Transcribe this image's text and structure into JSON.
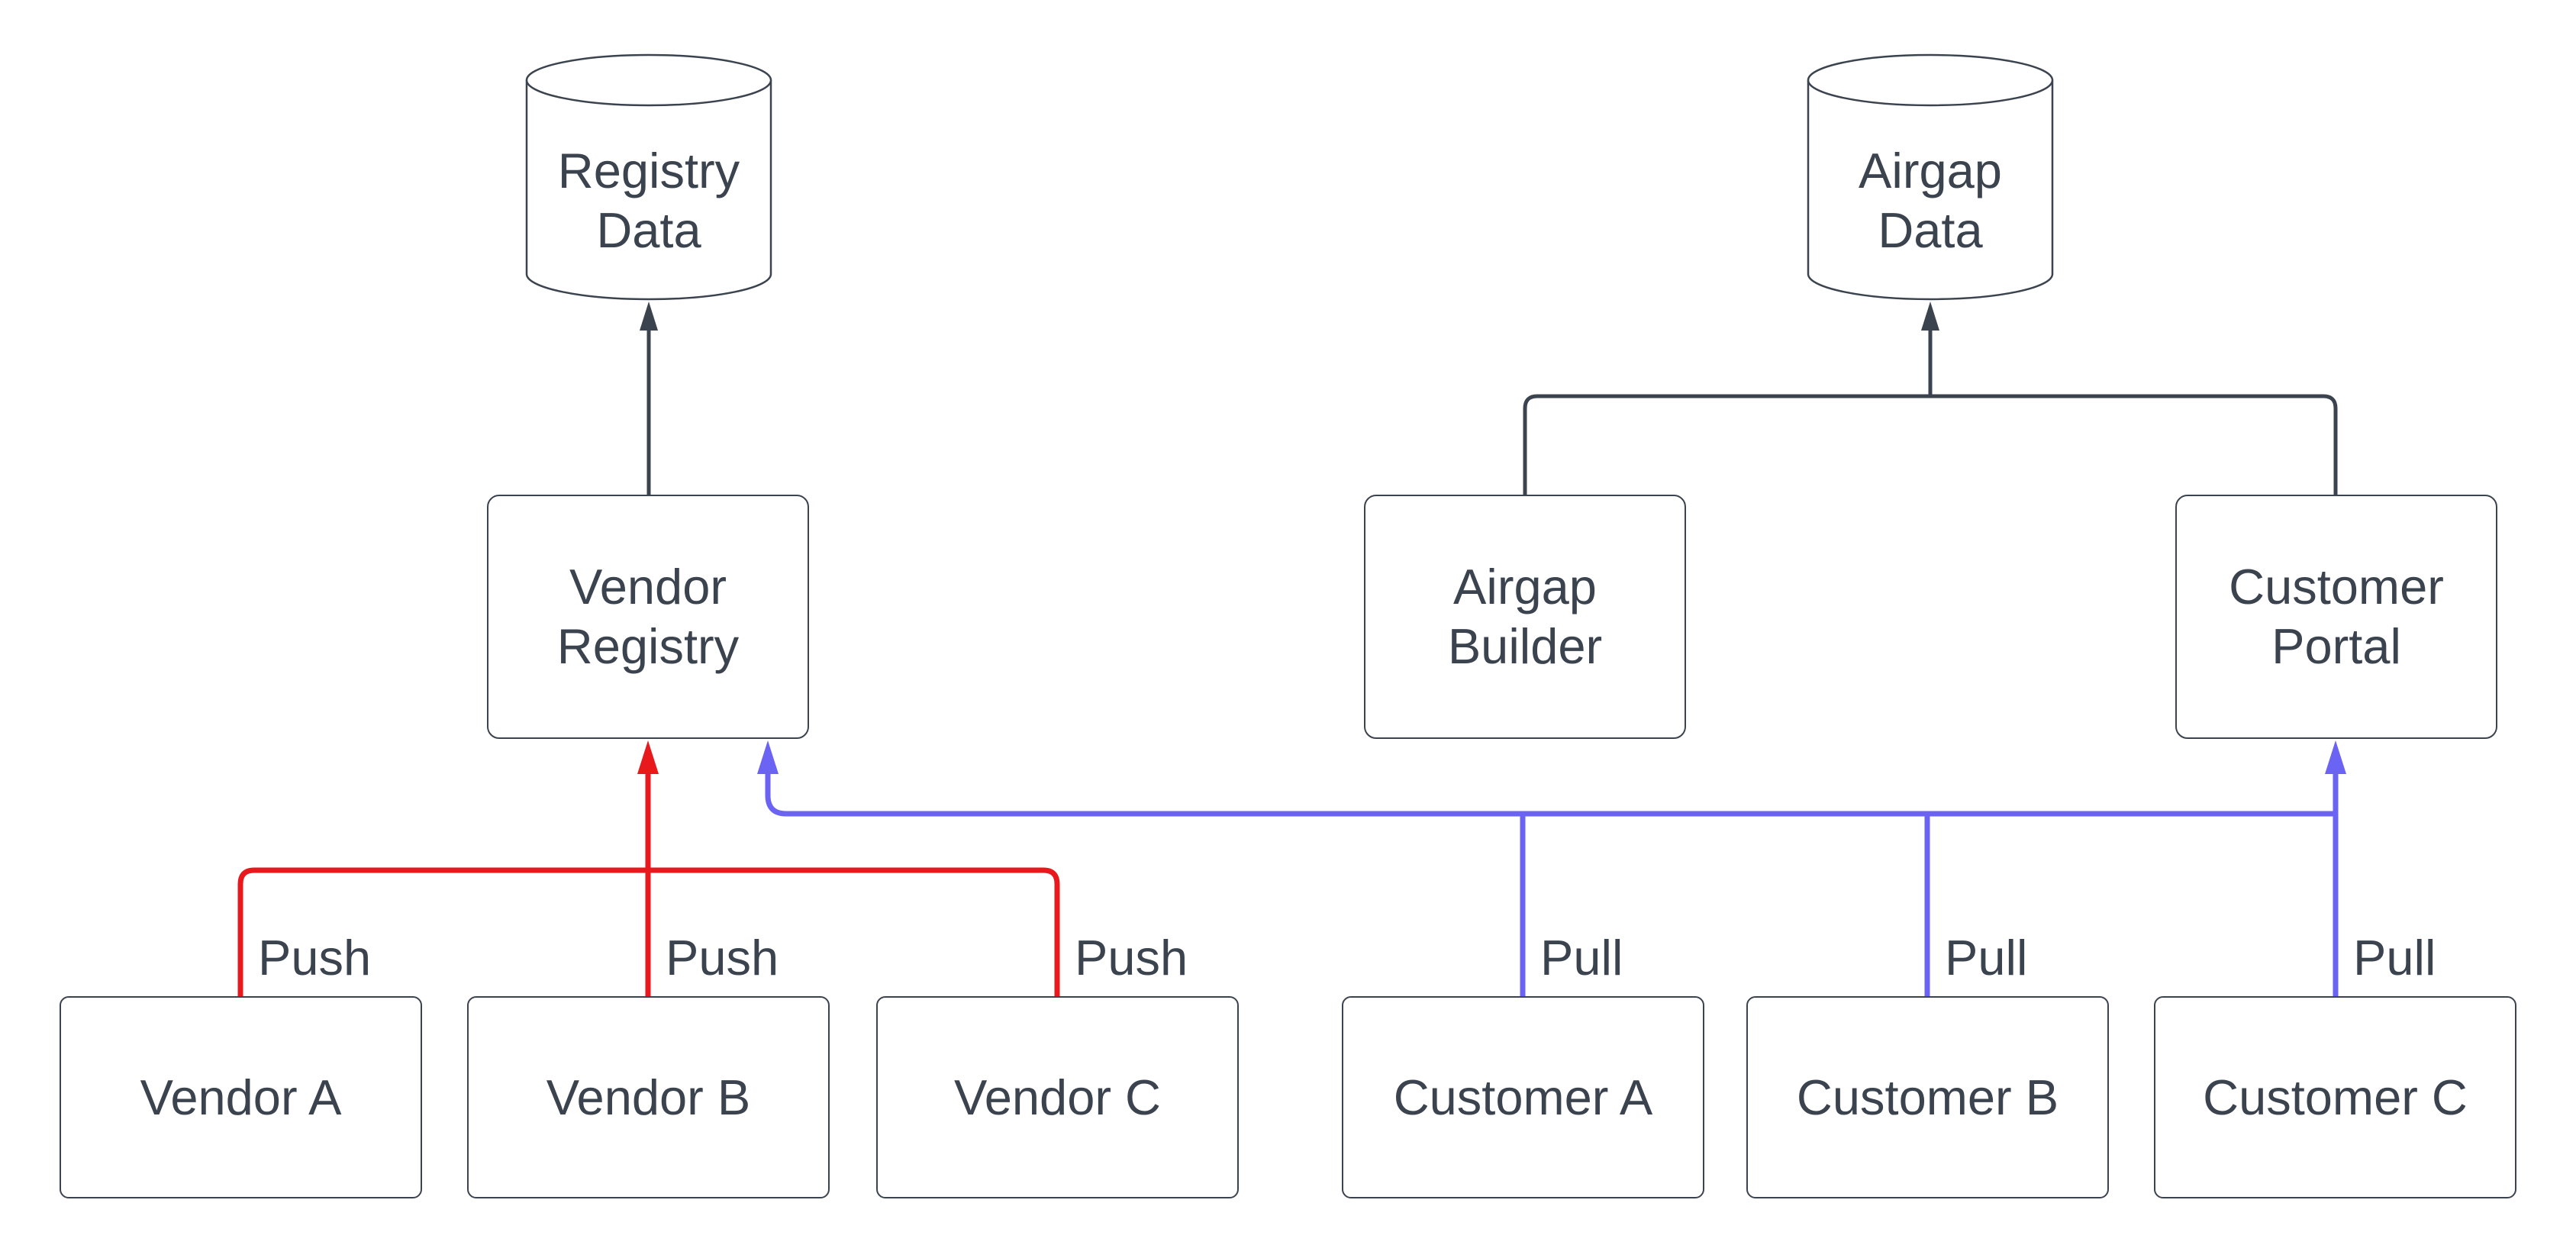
{
  "diagram": {
    "background": "#ffffff",
    "palette": {
      "outline": "#3b434f",
      "text": "#3b434f",
      "push": "#e8191c",
      "pull": "#6a63f3"
    },
    "datastores": [
      {
        "id": "registry-data",
        "label": "Registry\nData"
      },
      {
        "id": "airgap-data",
        "label": "Airgap\nData"
      }
    ],
    "services": [
      {
        "id": "vendor-registry",
        "label": "Vendor\nRegistry"
      },
      {
        "id": "airgap-builder",
        "label": "Airgap\nBuilder"
      },
      {
        "id": "customer-portal",
        "label": "Customer\nPortal"
      }
    ],
    "sources": [
      {
        "id": "vendor-a",
        "label": "Vendor A"
      },
      {
        "id": "vendor-b",
        "label": "Vendor B"
      },
      {
        "id": "vendor-c",
        "label": "Vendor C"
      },
      {
        "id": "customer-a",
        "label": "Customer A"
      },
      {
        "id": "customer-b",
        "label": "Customer B"
      },
      {
        "id": "customer-c",
        "label": "Customer C"
      }
    ],
    "edges": [
      {
        "from": "vendor-registry",
        "to": "registry-data",
        "label": "",
        "color": "outline"
      },
      {
        "from": "airgap-builder",
        "to": "airgap-data",
        "label": "",
        "color": "outline"
      },
      {
        "from": "customer-portal",
        "to": "airgap-data",
        "label": "",
        "color": "outline"
      },
      {
        "from": "vendor-a",
        "to": "vendor-registry",
        "label": "Push",
        "color": "push"
      },
      {
        "from": "vendor-b",
        "to": "vendor-registry",
        "label": "Push",
        "color": "push"
      },
      {
        "from": "vendor-c",
        "to": "vendor-registry",
        "label": "Push",
        "color": "push"
      },
      {
        "from": "customer-a",
        "to": "vendor-registry,customer-portal",
        "label": "Pull",
        "color": "pull"
      },
      {
        "from": "customer-b",
        "to": "vendor-registry,customer-portal",
        "label": "Pull",
        "color": "pull"
      },
      {
        "from": "customer-c",
        "to": "vendor-registry,customer-portal",
        "label": "Pull",
        "color": "pull"
      }
    ]
  }
}
